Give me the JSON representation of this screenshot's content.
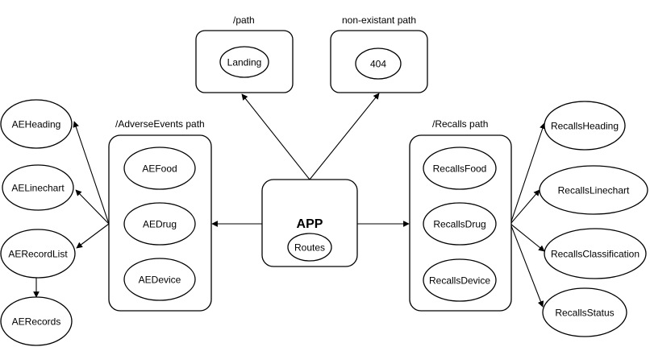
{
  "diagram": {
    "app": {
      "title": "APP",
      "inner": "Routes"
    },
    "path_box": {
      "caption": "/path",
      "inner": "Landing"
    },
    "nonexistent_box": {
      "caption": "non-existant path",
      "inner": "404"
    },
    "adverse_box": {
      "caption": "/AdverseEvents path",
      "items": [
        "AEFood",
        "AEDrug",
        "AEDevice"
      ]
    },
    "recalls_box": {
      "caption": "/Recalls path",
      "items": [
        "RecallsFood",
        "RecallsDrug",
        "RecallsDevice"
      ]
    },
    "ae_children": [
      "AEHeading",
      "AELinechart",
      "AERecordList"
    ],
    "ae_records": "AERecords",
    "recalls_children": [
      "RecallsHeading",
      "RecallsLinechart",
      "RecallsClassification",
      "RecallsStatus"
    ],
    "colors": {
      "stroke": "#000000",
      "fill": "#ffffff"
    }
  }
}
